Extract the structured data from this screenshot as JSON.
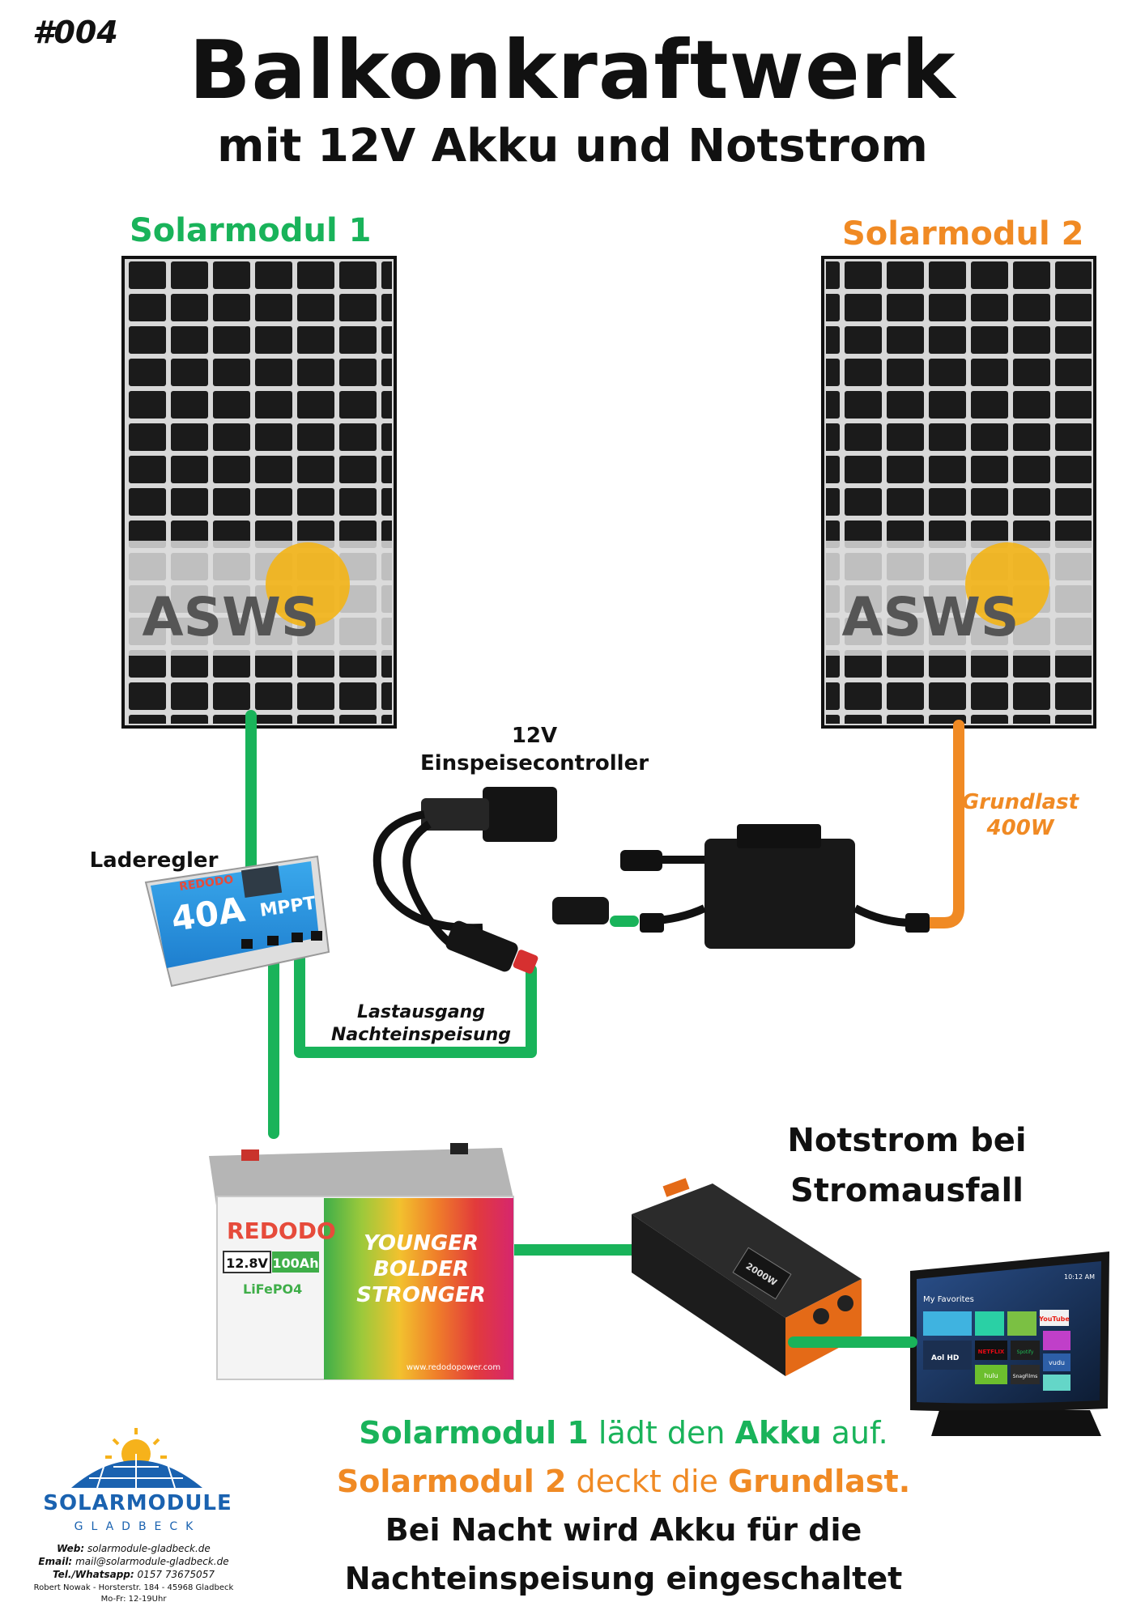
{
  "badge": "#004",
  "title": "Balkonkraftwerk",
  "subtitle": "mit 12V Akku und Notstrom",
  "colors": {
    "green": "#19b35a",
    "orange": "#f08a24",
    "panel": "#1a1a1a"
  },
  "modules": [
    {
      "label": "Solarmodul 1",
      "brand": "ASWS"
    },
    {
      "label": "Solarmodul 2",
      "brand": "ASWS"
    }
  ],
  "labels": {
    "controller_line1": "12V",
    "controller_line2": "Einspeisecontroller",
    "laderegler": "Laderegler",
    "grundlast_line1": "Grundlast",
    "grundlast_line2": "400W",
    "lastausgang_line1": "Lastausgang",
    "lastausgang_line2": "Nachteinspeisung",
    "notstrom_line1": "Notstrom bei",
    "notstrom_line2": "Stromausfall"
  },
  "devices": {
    "regulator_brand": "REDODO",
    "regulator_rating": "40A",
    "regulator_type": "MPPT",
    "battery_brand": "REDODO",
    "battery_voltage": "12.8V",
    "battery_capacity": "100Ah",
    "battery_chem": "LiFePO4",
    "battery_slogan": [
      "YOUNGER",
      "BOLDER",
      "STRONGER"
    ],
    "battery_url": "www.redodopower.com",
    "inverter_rating": "2000W"
  },
  "tv": {
    "header": "My Favorites",
    "time": "10:12 AM",
    "tiles": [
      "YouTube",
      "NETFLIX",
      "Spotify",
      "Aol HD",
      "vudu",
      "hulu",
      "SnagFilms"
    ]
  },
  "summary": [
    {
      "parts": [
        {
          "t": "Solarmodul 1",
          "c": "green",
          "b": true
        },
        {
          "t": " lädt den ",
          "c": "green",
          "b": false
        },
        {
          "t": "Akku",
          "c": "green",
          "b": true
        },
        {
          "t": " auf.",
          "c": "green",
          "b": false
        }
      ]
    },
    {
      "parts": [
        {
          "t": "Solarmodul 2",
          "c": "orange",
          "b": true
        },
        {
          "t": " deckt die ",
          "c": "orange",
          "b": false
        },
        {
          "t": "Grundlast.",
          "c": "orange",
          "b": true
        }
      ]
    },
    {
      "parts": [
        {
          "t": "Bei Nacht wird Akku für die",
          "c": "black",
          "b": true
        }
      ]
    },
    {
      "parts": [
        {
          "t": "Nachteinspeisung eingeschaltet",
          "c": "black",
          "b": true
        }
      ]
    }
  ],
  "footer": {
    "logo_main": "SOLARMODULE",
    "logo_sub": "GLADBECK",
    "web_label": "Web:",
    "web": "solarmodule-gladbeck.de",
    "email_label": "Email:",
    "email": "mail@solarmodule-gladbeck.de",
    "tel_label": "Tel./Whatsapp:",
    "tel": "0157 73675057",
    "address": "Robert Nowak - Horsterstr. 184 - 45968 Gladbeck",
    "hours": "Mo-Fr: 12-19Uhr"
  }
}
